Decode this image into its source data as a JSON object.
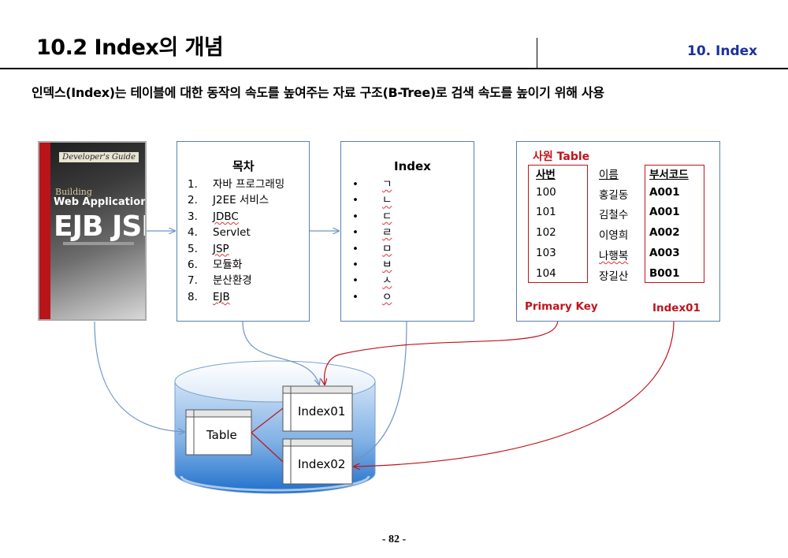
{
  "header": {
    "title": "10.2 Index의 개념",
    "section": "10. Index",
    "subtitle": "인덱스(Index)는 테이블에 대한 동작의 속도를 높여주는 자료 구조(B-Tree)로 검색 속도를 높이기 위해 사용"
  },
  "book": {
    "guide": "Developer's Guide",
    "line1": "Building",
    "line2": "Web Application",
    "line3": "EJB JSP"
  },
  "toc": {
    "heading": "목차",
    "items": [
      {
        "num": "1.",
        "label": "자바 프로그래밍"
      },
      {
        "num": "2.",
        "label": "J2EE 서비스"
      },
      {
        "num": "3.",
        "label": "JDBC"
      },
      {
        "num": "4.",
        "label": "Servlet"
      },
      {
        "num": "5.",
        "label": "JSP"
      },
      {
        "num": "6.",
        "label": "모듈화"
      },
      {
        "num": "7.",
        "label": "분산환경"
      },
      {
        "num": "8.",
        "label": "EJB"
      }
    ]
  },
  "index_box": {
    "heading": "Index",
    "bullet": "•",
    "items": [
      "ㄱ",
      "ㄴ",
      "ㄷ",
      "ㄹ",
      "ㅁ",
      "ㅂ",
      "ㅅ",
      "ㅇ"
    ]
  },
  "employee": {
    "title": "사원 Table",
    "columns": [
      "사번",
      "이름",
      "부서코드"
    ],
    "rows": [
      [
        "100",
        "홍길동",
        "A001"
      ],
      [
        "101",
        "김철수",
        "A001"
      ],
      [
        "102",
        "이영희",
        "A002"
      ],
      [
        "103",
        "나행복",
        "A003"
      ],
      [
        "104",
        "장길산",
        "B001"
      ]
    ],
    "primary_key_label": "Primary Key",
    "index_label": "Index01"
  },
  "database": {
    "table_label": "Table",
    "index1_label": "Index01",
    "index2_label": "Index02"
  },
  "footer": {
    "page": "- 82 -"
  },
  "colors": {
    "accent_blue": "#1a2fa0",
    "red": "#c0141c",
    "box_border": "#5b7fb5"
  }
}
